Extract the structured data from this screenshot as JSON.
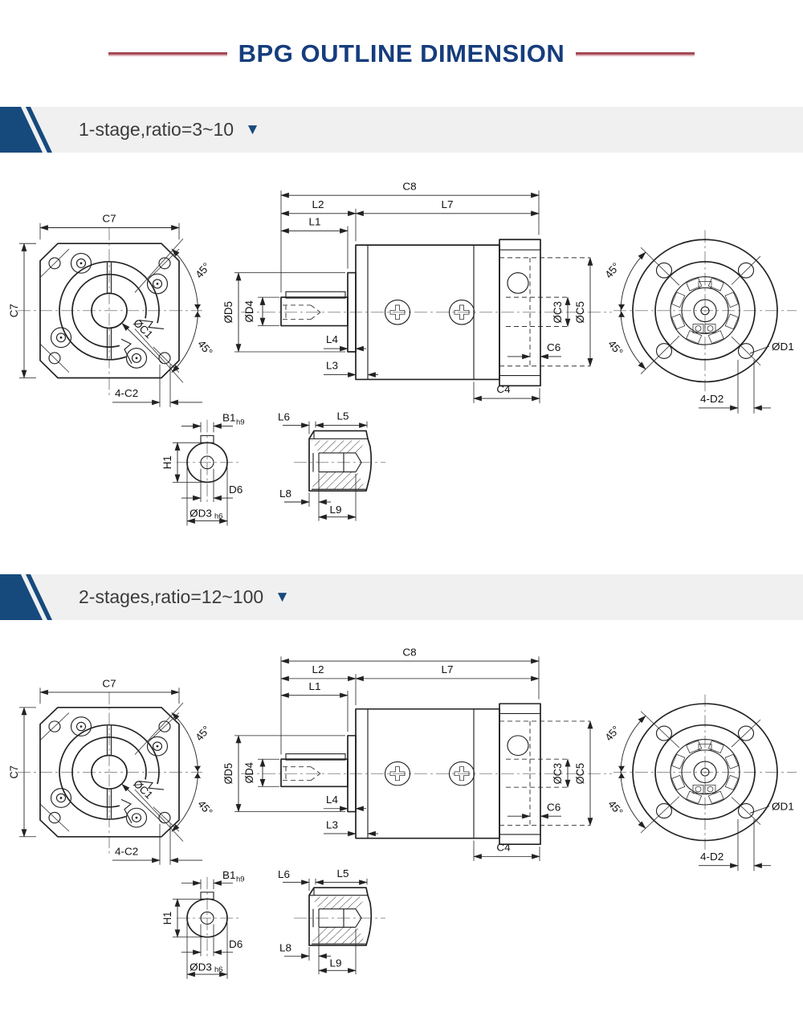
{
  "title": "BPG OUTLINE DIMENSION",
  "sections": [
    {
      "label": "1-stage,ratio=3~10",
      "marker": "▼"
    },
    {
      "label": "2-stages,ratio=12~100",
      "marker": "▼"
    }
  ],
  "dim_labels": {
    "c7": "C7",
    "c1": "ØC1",
    "c2": "4-C2",
    "a45": "45°",
    "c8": "C8",
    "l2": "L2",
    "l7": "L7",
    "l1": "L1",
    "d5": "ØD5",
    "d4": "ØD4",
    "l4": "L4",
    "l3": "L3",
    "c3": "ØC3",
    "c5": "ØC5",
    "c6": "C6",
    "c4": "C4",
    "d1": "ØD1",
    "d2": "4-D2",
    "b1": "B1",
    "b1_tol": "h9",
    "h1": "H1",
    "d6": "D6",
    "d3": "ØD3",
    "d3_tol": "h6",
    "l6": "L6",
    "l5": "L5",
    "l8": "L8",
    "l9": "L9"
  },
  "colors": {
    "title_navy": "#163d7d",
    "flag_navy": "#164a7d",
    "band_gray": "#f0f0f1",
    "rule_red": "#a24a55",
    "line_black": "#222222"
  }
}
